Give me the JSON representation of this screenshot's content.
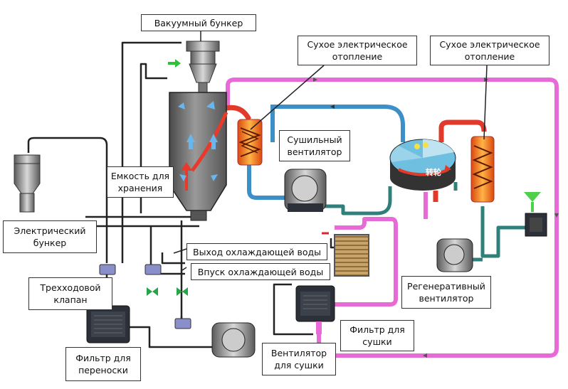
{
  "labels": {
    "vacuum_hopper": "Вакуумный бункер",
    "dry_heater_1": "Сухое электрическое отопление",
    "dry_heater_2": "Сухое электрическое отопление",
    "drying_fan": "Сушильный вентилятор",
    "storage_tank": "Емкость для хранения",
    "electric_hopper": "Электрический бункер",
    "cooling_water_out": "Выход охлаждающей воды",
    "cooling_water_in": "Впуск охлаждающей воды",
    "three_way_valve": "Трехходовой клапан",
    "regen_fan": "Регенеративный вентилятор",
    "drying_filter": "Фильтр для сушки",
    "transfer_filter": "Фильтр для переноски",
    "dryer_fan": "Вентилятор для сушки"
  },
  "rotor_text": "转轮",
  "colors": {
    "pink_pipe": "#e86ad6",
    "blue_pipe": "#3d8fc7",
    "teal_pipe": "#2f7f7a",
    "red_pipe": "#e23a2a",
    "black_pipe": "#222222",
    "heater": "#f07818",
    "vessel": "#6e6e6e",
    "arrow_blue": "#69b6ec",
    "arrow_red": "#e8392a"
  }
}
